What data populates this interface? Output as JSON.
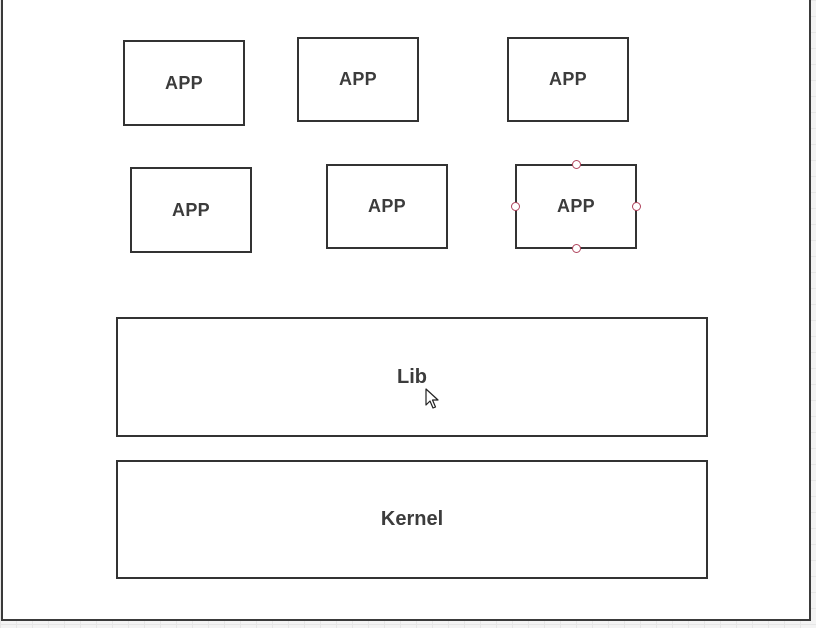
{
  "diagram": {
    "apps": [
      {
        "label": "APP"
      },
      {
        "label": "APP"
      },
      {
        "label": "APP"
      },
      {
        "label": "APP"
      },
      {
        "label": "APP"
      },
      {
        "label": "APP",
        "selected": true
      }
    ],
    "lib": {
      "label": "Lib"
    },
    "kernel": {
      "label": "Kernel"
    }
  },
  "colors": {
    "shape_border": "#333333",
    "text": "#3c3c3c",
    "selection_handle": "#b0455e"
  },
  "icons": {
    "cursor": "mouse-pointer-icon"
  }
}
